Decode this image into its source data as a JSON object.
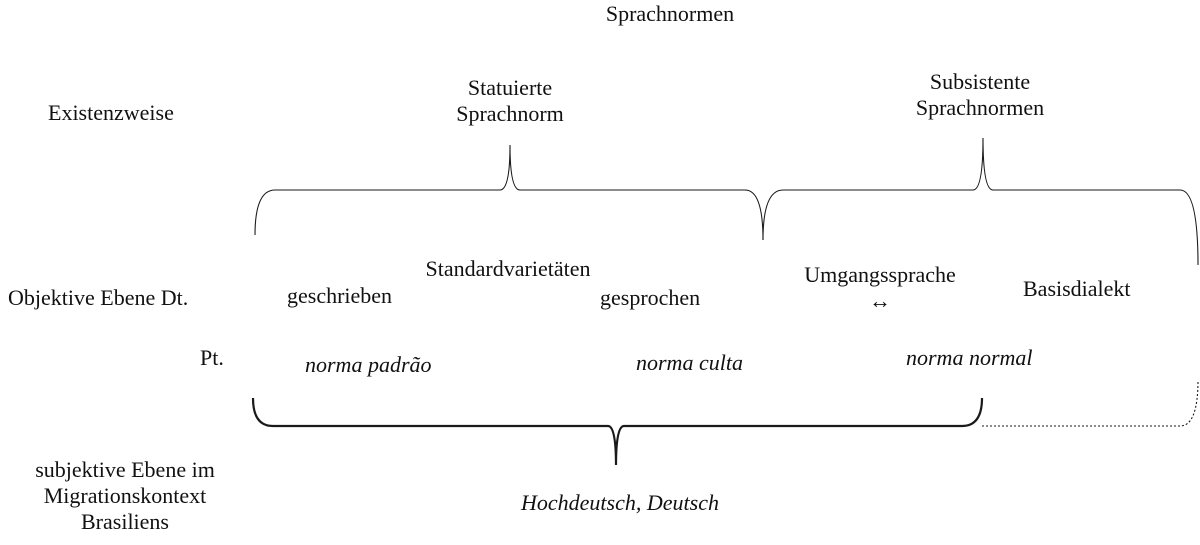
{
  "title": "Sprachnormen",
  "row_labels": {
    "existence": "Existenzweise",
    "objective_de": "Objektive Ebene Dt.",
    "objective_pt": "Pt.",
    "subjective": [
      "subjektive Ebene im",
      "Migrationskontext",
      "Brasiliens"
    ]
  },
  "existence": {
    "statuierte": [
      "Statuierte",
      "Sprachnorm"
    ],
    "subsistente": [
      "Subsistente",
      "Sprachnormen"
    ]
  },
  "objective_de": {
    "standard_header": "Standardvarietäten",
    "geschrieben": "geschrieben",
    "gesprochen": "gesprochen",
    "umgangssprache": "Umgangssprache",
    "arrow": "↔",
    "basisdialekt": "Basisdialekt"
  },
  "objective_pt": {
    "padrao": "norma padrão",
    "culta": "norma culta",
    "normal": "norma normal"
  },
  "subjective_value": "Hochdeutsch, Deutsch"
}
